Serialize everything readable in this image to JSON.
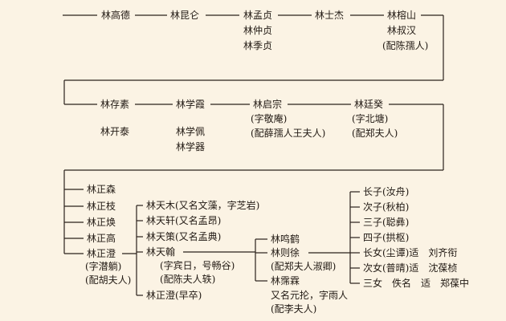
{
  "row1": {
    "n1": "林高德",
    "n2": "林昆仑",
    "n3": [
      "林孟贞",
      "林仲贞",
      "林季贞"
    ],
    "n4": "林士杰",
    "n5": [
      "林榕山",
      "林叔汉",
      "(配陈孺人)"
    ]
  },
  "row2": {
    "c1": [
      "林存素",
      "林开泰"
    ],
    "c2": [
      "林学霞",
      "林学佩",
      "林学器"
    ],
    "c3": [
      "林启宗",
      "(字敬庵)",
      "(配薛孺人王夫人)"
    ],
    "c4": [
      "林廷癸",
      "(字北塘)",
      "(配郑夫人)"
    ]
  },
  "row3": {
    "brothers": [
      "林正森",
      "林正枝",
      "林正焕",
      "林正高",
      "林正澄",
      "(字潜躺)",
      "(配胡夫人)"
    ],
    "sons": [
      "林天木(又名文藻，字芝岩)",
      "林天轩(又名孟昂)",
      "林天策(又名孟典)",
      "林天翰",
      "(字宾日，号畅谷)",
      "(配陈夫人轶)",
      "林正澄(早卒)"
    ],
    "grandsons": [
      "林鸣鹤",
      "林则徐",
      "(配郑夫人淑卿)",
      "林霈霖",
      "又名元抡，字雨人",
      "(配李夫人)"
    ],
    "children": [
      "长子(汝舟)",
      "次子(秋柏)",
      "三子(聪彝)",
      "四子(拱枢)",
      "长女(尘谭)适　刘齐衔",
      "次女(普晴)适　沈葆桢",
      "三女　佚名　适　郑葆中"
    ]
  }
}
